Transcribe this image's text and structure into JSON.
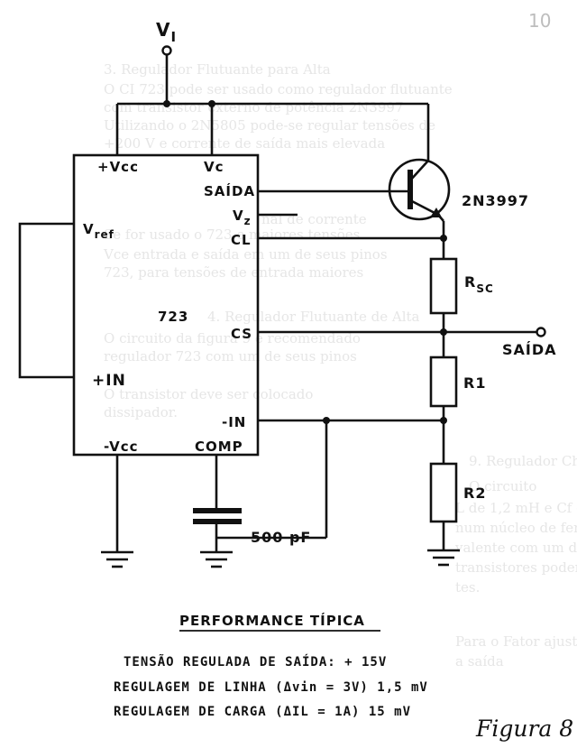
{
  "page_number": "10",
  "input_label_main": "V",
  "input_label_sub": "I",
  "ic": {
    "part": "723",
    "pins": {
      "vcc_pos": "+Vcc",
      "vc": "Vc",
      "saida": "SAÍDA",
      "vz_main": "V",
      "vz_sub": "z",
      "cl": "CL",
      "vref_main": "V",
      "vref_sub": "ref",
      "cs": "CS",
      "in_pos": "+IN",
      "in_neg": "-IN",
      "vcc_neg": "-Vcc",
      "comp": "COMP"
    }
  },
  "components": {
    "transistor": "2N3997",
    "rsc_main": "R",
    "rsc_sub": "SC",
    "r1": "R1",
    "r2": "R2",
    "capacitor": "500 pF"
  },
  "output_label": "SAÍDA",
  "performance": {
    "title": "PERFORMANCE TÍPICA",
    "line1": "TENSÃO REGULADA DE SAÍDA: + 15V",
    "line2": "REGULAGEM DE LINHA (Δvin = 3V) 1,5 mV",
    "line3": "REGULAGEM DE CARGA (ΔIL = 1A) 15 mV"
  },
  "caption": "Figura 8"
}
